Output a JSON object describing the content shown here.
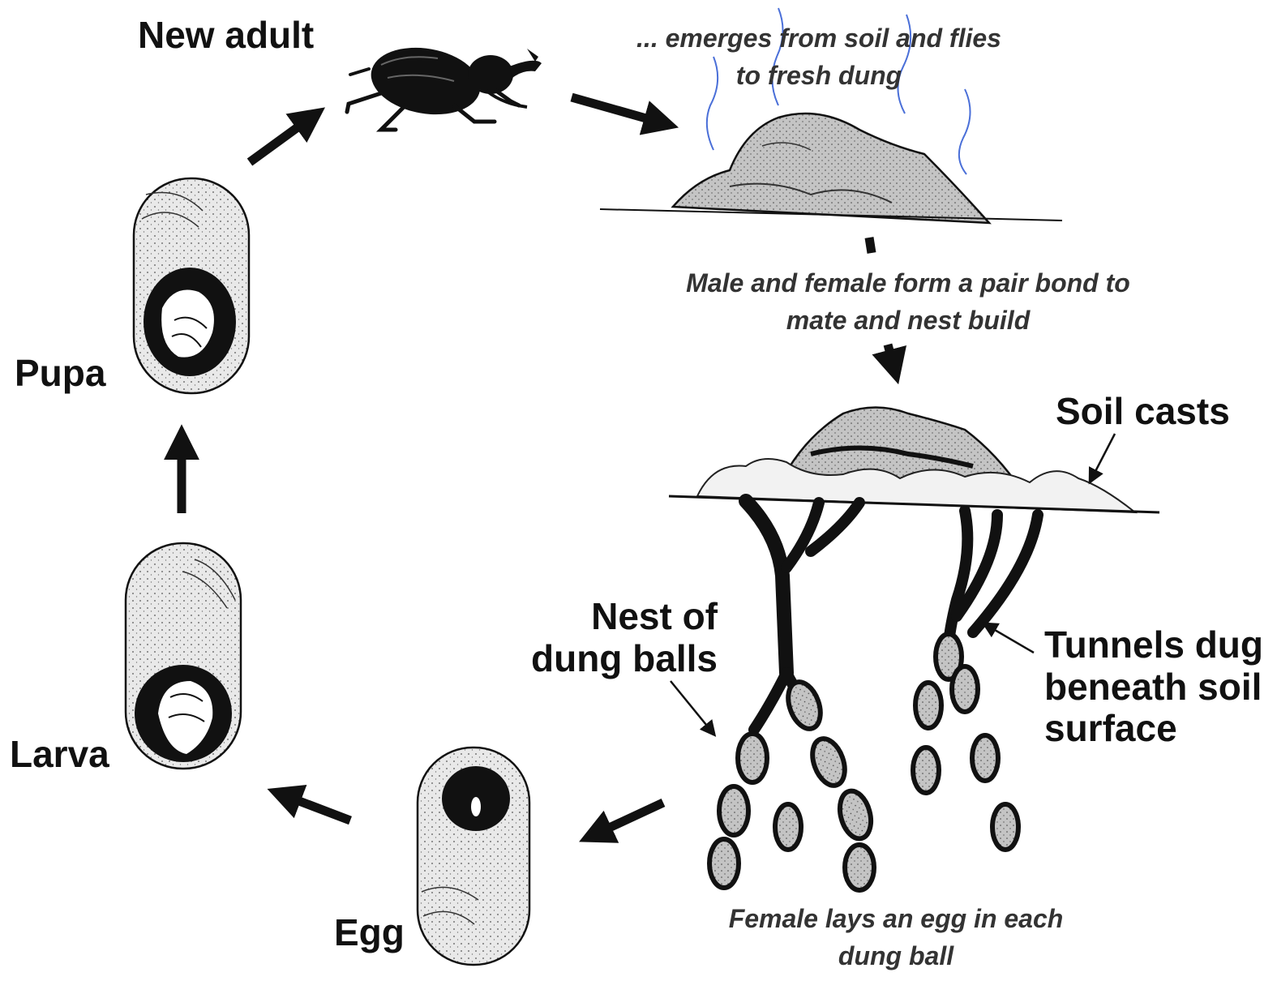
{
  "labels": {
    "new_adult": "New adult",
    "pupa": "Pupa",
    "larva": "Larva",
    "egg": "Egg",
    "soil_casts": "Soil casts",
    "nest_line1": "Nest of",
    "nest_line2": "dung  balls",
    "tunnels_line1": "Tunnels dug",
    "tunnels_line2": "beneath soil",
    "tunnels_line3": "surface"
  },
  "captions": {
    "emerges_line1": "... emerges from soil and flies",
    "emerges_line2": "to fresh dung",
    "pair_line1": "Male and female form a pair bond to",
    "pair_line2": "mate and nest build",
    "female_line1": "Female lays an egg in each",
    "female_line2": "dung ball"
  },
  "colors": {
    "ink": "#111111",
    "caption": "#333333",
    "stipple_fill": "#e8e8e8",
    "dung_fill": "#bdbdbd",
    "steam": "#4a6fd8"
  }
}
